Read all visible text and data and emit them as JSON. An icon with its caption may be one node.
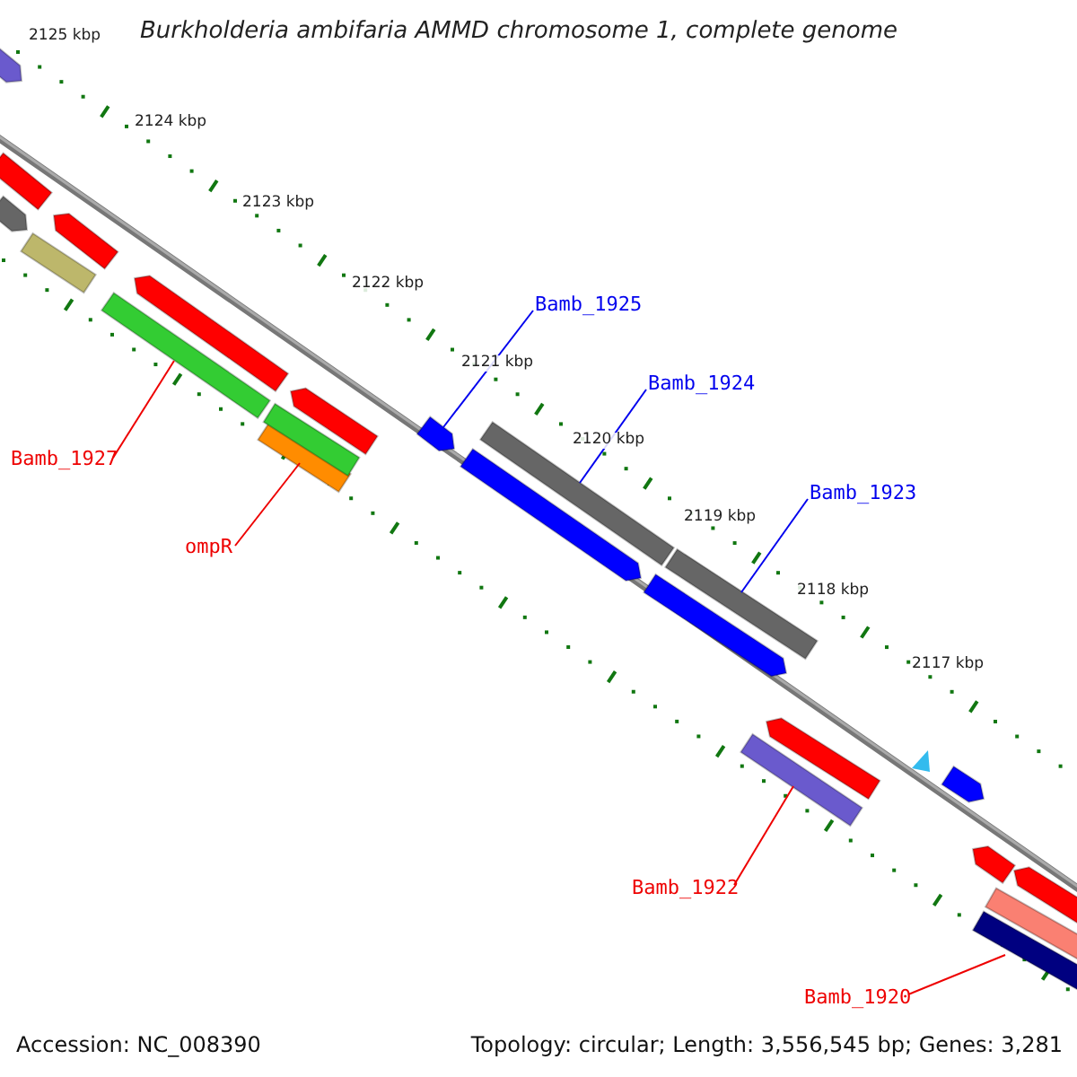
{
  "diagram": {
    "title": "Burkholderia ambifaria AMMD chromosome 1, complete genome",
    "nodes": [
      {
        "text": [
          "Bamb_1925"
        ]
      },
      {
        "text": [
          "Bamb_1924"
        ]
      },
      {
        "text": [
          "Bamb_1923"
        ]
      },
      {
        "text": [
          "Bamb_1927"
        ]
      },
      {
        "text": [
          "ompR"
        ]
      },
      {
        "text": [
          "Bamb_1922"
        ]
      },
      {
        "text": [
          "Bamb_1920"
        ]
      },
      {
        "text": [],
        "shape": "bar"
      },
      {
        "text": [],
        "shape": "bar"
      },
      {
        "text": [],
        "shape": "bar"
      },
      {
        "text": [],
        "shape": "bar"
      },
      {
        "text": [],
        "shape": "bar"
      },
      {
        "text": [],
        "shape": "bar"
      },
      {
        "text": [],
        "shape": "bar"
      },
      {
        "text": [],
        "shape": "bar"
      },
      {
        "text": [],
        "shape": "bar"
      },
      {
        "text": [],
        "shape": "bar"
      },
      {
        "text": [],
        "shape": "bar"
      },
      {
        "text": [],
        "shape": "bar"
      },
      {
        "text": [],
        "shape": "bar"
      },
      {
        "text": [],
        "shape": "bar"
      },
      {
        "text": [],
        "shape": "bar"
      },
      {
        "text": [],
        "shape": "bar"
      },
      {
        "text": [],
        "shape": "bar"
      },
      {
        "text": [],
        "shape": "triangle"
      },
      {
        "text": [],
        "shape": "bar"
      },
      {
        "text": [],
        "shape": "bar"
      },
      {
        "text": [],
        "shape": "bar"
      },
      {
        "text": [],
        "shape": "bar"
      },
      {
        "text": [],
        "shape": "bar"
      }
    ],
    "edges": [
      {
        "from": 0,
        "to": 17,
        "arrow": "none",
        "color": "#0000ee"
      },
      {
        "from": 1,
        "to": 19,
        "arrow": "none",
        "color": "#0000ee"
      },
      {
        "from": 2,
        "to": 21,
        "arrow": "none",
        "color": "#0000ee"
      },
      {
        "from": 3,
        "to": 12,
        "arrow": "none"
      },
      {
        "from": 4,
        "to": 14,
        "arrow": "none"
      },
      {
        "from": 5,
        "to": 22,
        "arrow": "none"
      },
      {
        "from": 6,
        "to": 27,
        "arrow": "none"
      }
    ],
    "labels": [
      "2125 kbp",
      "2124 kbp",
      "2123 kbp",
      "2122 kbp",
      "2121 kbp",
      "2120 kbp",
      "2119 kbp",
      "2118 kbp",
      "2117 kbp",
      "Accession: NC_008390",
      "Topology: circular; Length: 3,556,545 bp; Genes: 3,281"
    ]
  }
}
